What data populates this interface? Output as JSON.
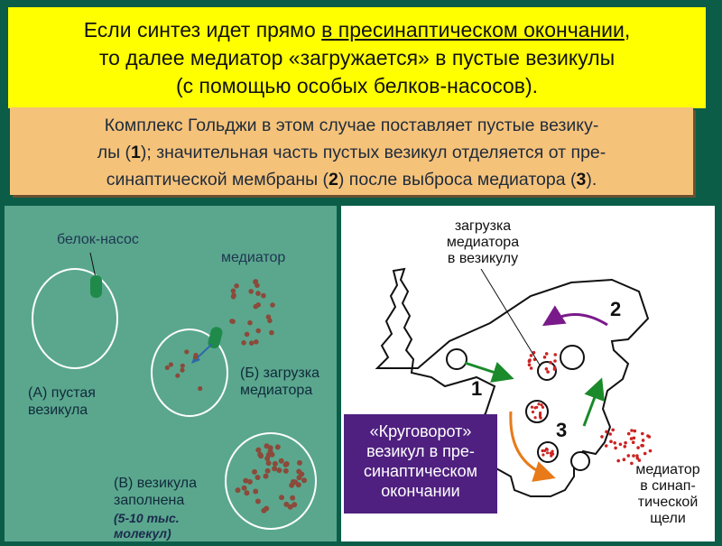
{
  "title": {
    "line1_pre": "Если синтез идет прямо ",
    "line1_underlined": "в пресинаптическом окончании",
    "line1_post": ",",
    "line2": "то далее медиатор «загружается» в пустые везикулы",
    "line3": "(с помощью особых белков-насосов)."
  },
  "note": {
    "line1": "Комплекс Гольджи в этом случае поставляет пустые везику-",
    "line2_a": "лы (",
    "line2_n1": "1",
    "line2_b": "); значительная часть пустых везикул отделяется от пре-",
    "line3_a": "синаптической мембраны (",
    "line3_n2": "2",
    "line3_b": ") после выброса медиатора (",
    "line3_n3": "3",
    "line3_c": ")."
  },
  "left": {
    "pump_label": "белок-насос",
    "mediator_label": "медиатор",
    "a_line1": "(А) пустая",
    "a_line2": "везикула",
    "b_line1": "(Б) загрузка",
    "b_line2": "медиатора",
    "v_line1": "(В) везикула",
    "v_line2": "заполнена",
    "v_note1": "(5-10 тыс.",
    "v_note2": "молекул)"
  },
  "right": {
    "load_line1": "загрузка",
    "load_line2": "медиатора",
    "load_line3": "в везикулу",
    "n1": "1",
    "n2": "2",
    "n3": "3",
    "cleft_line1": "медиатор",
    "cleft_line2": "в синап-",
    "cleft_line3": "тической",
    "cleft_line4": "щели",
    "krug_line1": "«Круговорот»",
    "krug_line2": "везикул в пре-",
    "krug_line3": "синаптическом",
    "krug_line4": "окончании"
  },
  "colors": {
    "title_bg": "#ffff00",
    "note_bg": "#f5c27a",
    "page_bg": "#0b5d48",
    "left_panel_bg": "#5aa78e",
    "pump": "#1f8a4a",
    "mediator_dot": "#8b4a3a",
    "red_dot": "#cc2222",
    "arrow_green": "#1a8a2a",
    "arrow_purple": "#7a1a8a",
    "arrow_orange": "#e87a1a",
    "krug_bg": "#4f2080"
  }
}
